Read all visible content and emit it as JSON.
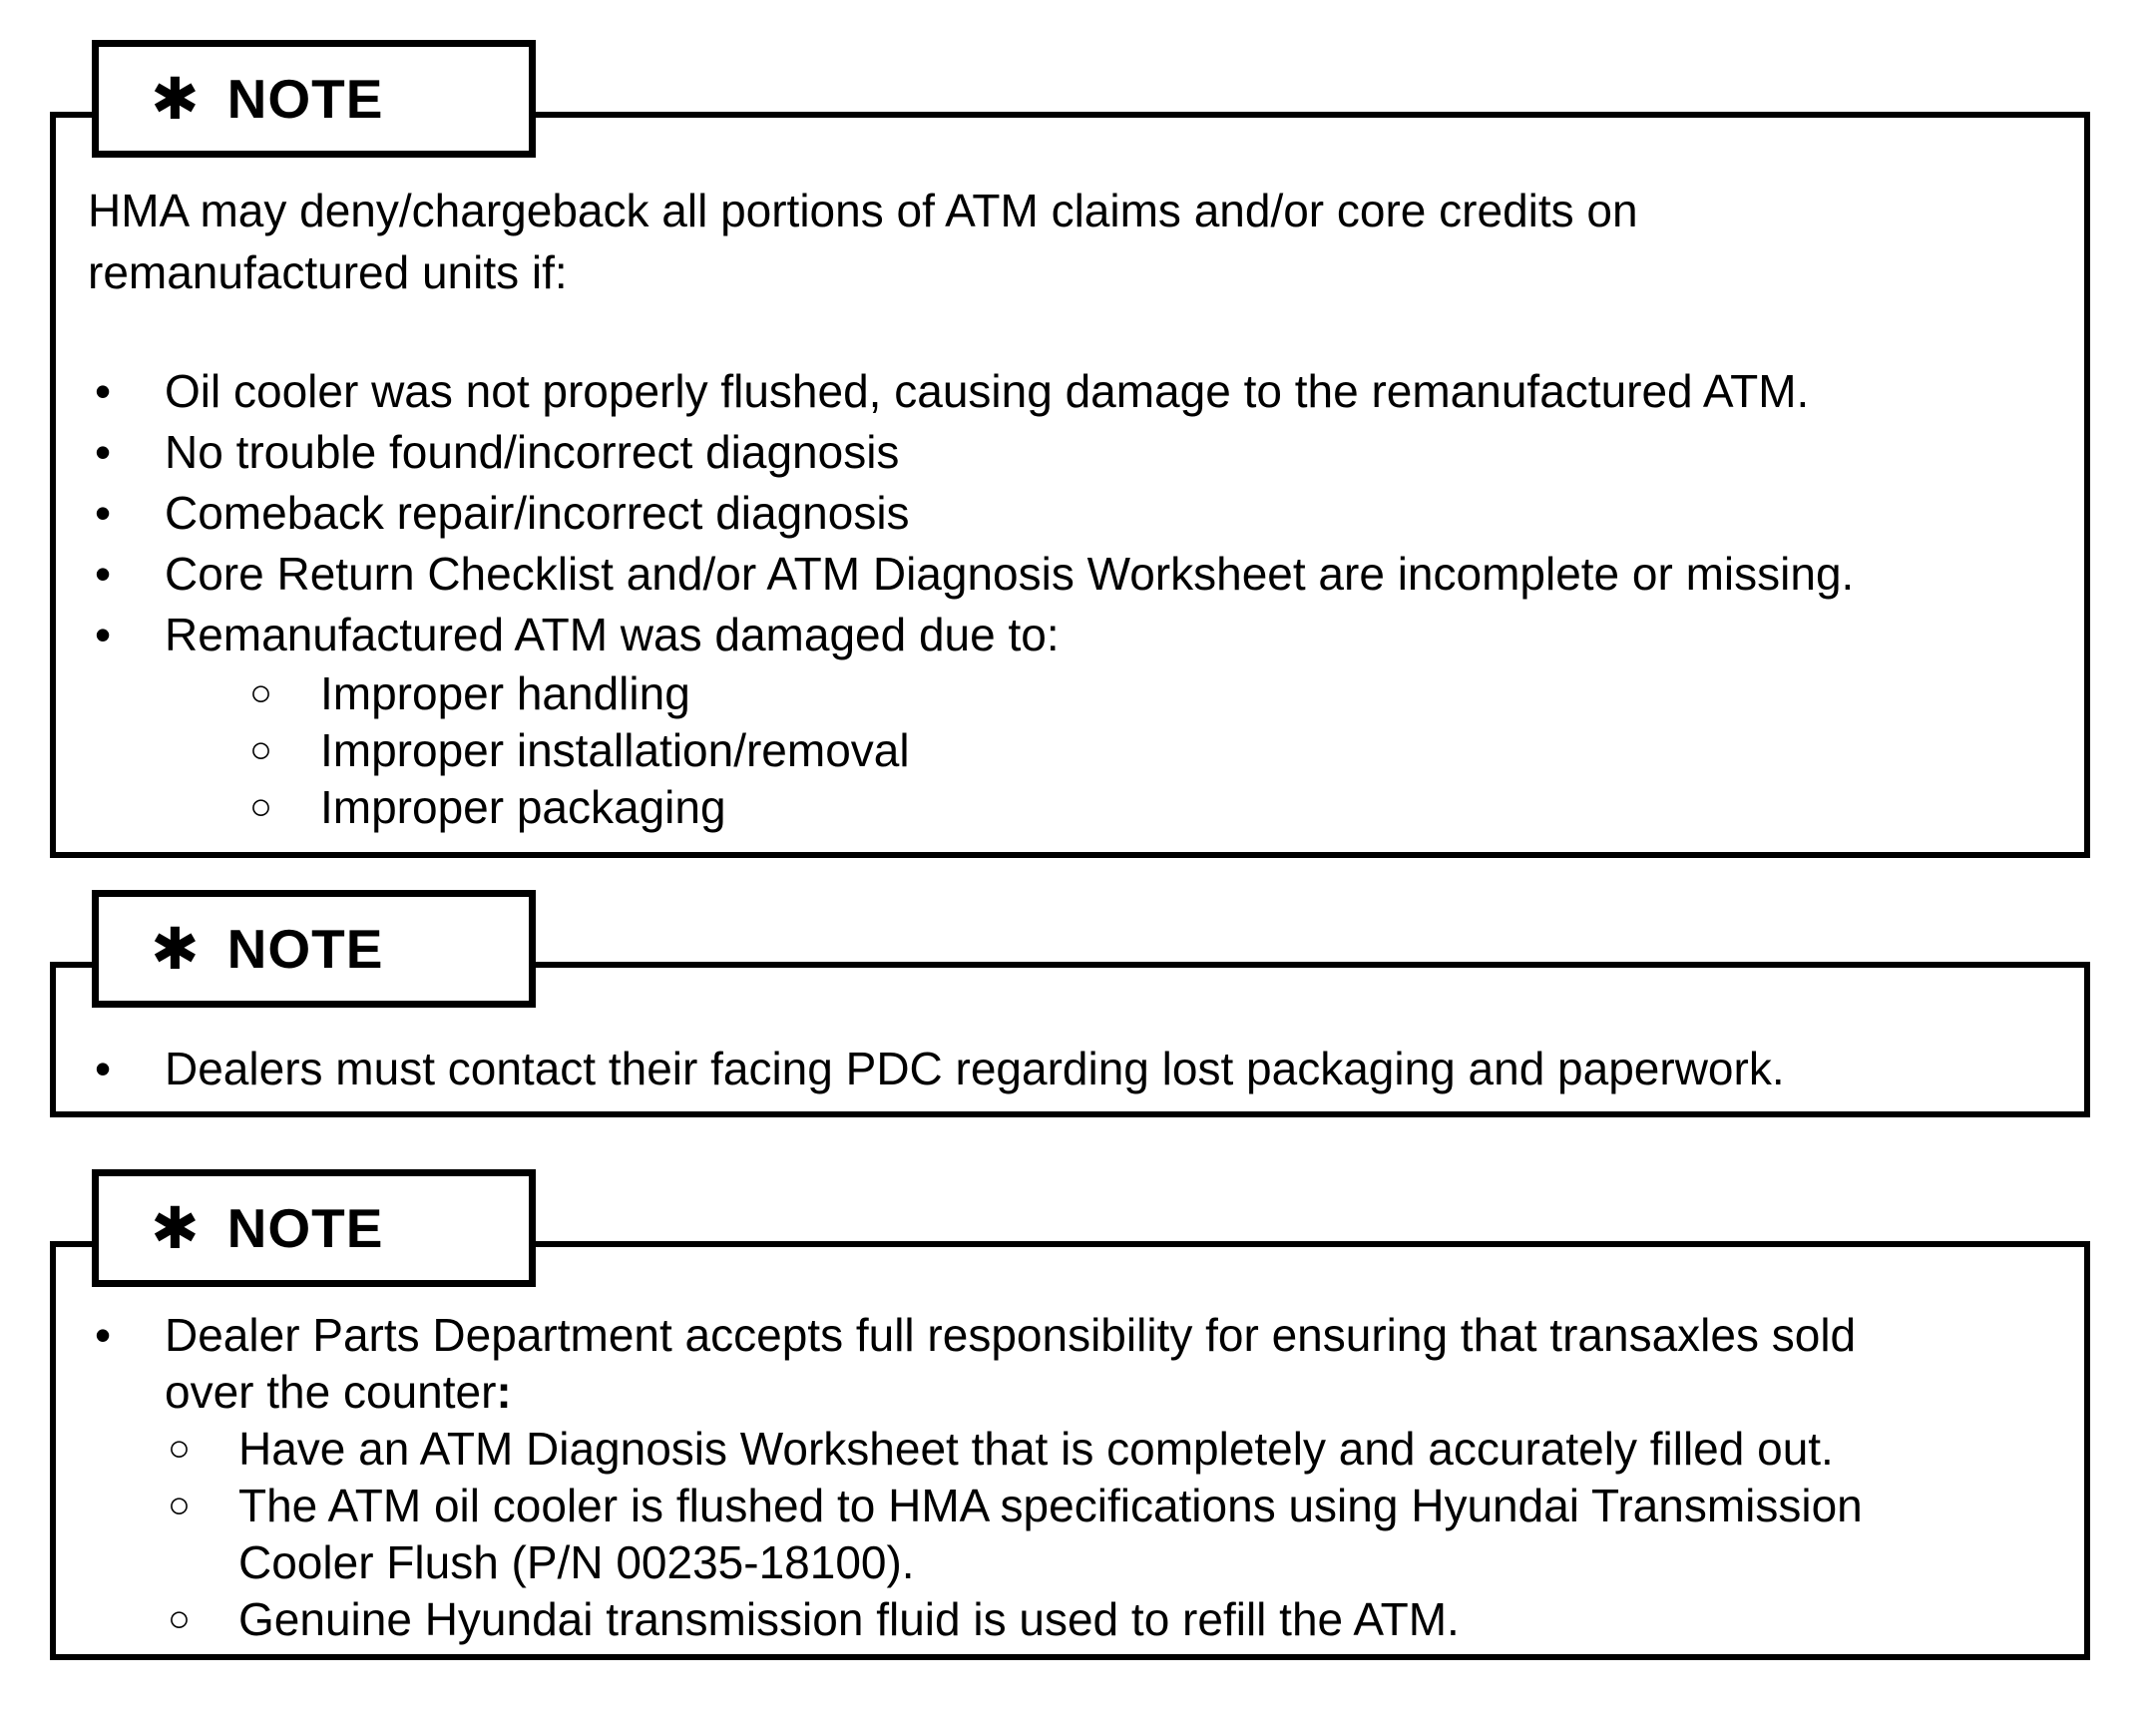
{
  "page": {
    "background": "#ffffff",
    "text_color": "#000000",
    "border_color": "#000000"
  },
  "glyphs": {
    "asterisk": "✱",
    "bullet": "•",
    "circle": "○"
  },
  "notes": [
    {
      "title": "NOTE",
      "intro": "HMA may deny/chargeback all portions of ATM claims and/or core credits on\nremanufactured units if:",
      "bullets": [
        "Oil cooler was not properly flushed, causing damage to the remanufactured ATM.",
        "No trouble found/incorrect diagnosis",
        "Comeback repair/incorrect diagnosis",
        "Core Return Checklist and/or ATM Diagnosis Worksheet are incomplete or missing.",
        "Remanufactured ATM was damaged due to:"
      ],
      "sub_bullets": [
        "Improper handling",
        "Improper installation/removal",
        "Improper packaging"
      ]
    },
    {
      "title": "NOTE",
      "bullets": [
        "Dealers must contact their facing PDC regarding lost packaging and paperwork."
      ]
    },
    {
      "title": "NOTE",
      "bullets": [
        "Dealer Parts Department accepts full responsibility for ensuring that transaxles sold\nover the counter"
      ],
      "bullet_colon_bold": ":",
      "sub_bullets": [
        "Have an ATM Diagnosis Worksheet that is completely and accurately filled out.",
        "The ATM oil cooler is flushed to HMA specifications using Hyundai Transmission\nCooler Flush (P/N 00235-18100).",
        "Genuine Hyundai transmission fluid is used to refill the ATM."
      ]
    }
  ]
}
